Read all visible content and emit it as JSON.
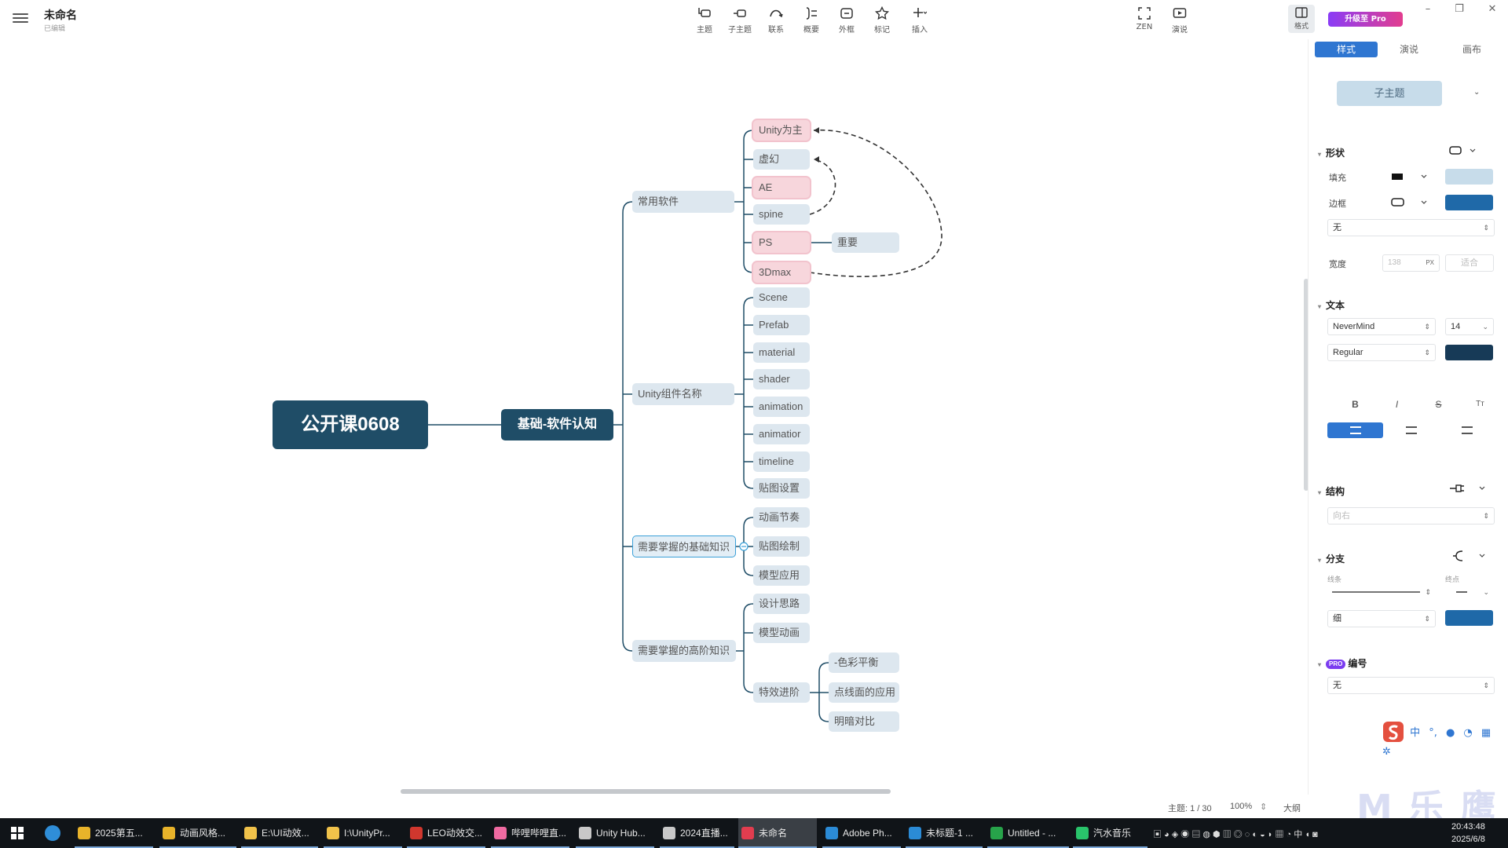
{
  "app": {
    "doc_title": "未命名",
    "doc_status": "已编辑",
    "toolbar": [
      {
        "label": "主题",
        "icon": "topic-icon"
      },
      {
        "label": "子主题",
        "icon": "subtopic-icon"
      },
      {
        "label": "联系",
        "icon": "relationship-icon"
      },
      {
        "label": "概要",
        "icon": "summary-icon"
      },
      {
        "label": "外框",
        "icon": "boundary-icon"
      },
      {
        "label": "标记",
        "icon": "marker-star-icon"
      },
      {
        "label": "插入",
        "icon": "insert-plus-icon"
      }
    ],
    "zen_label": "ZEN",
    "present_label": "演说",
    "layout_label": "格式",
    "pro_label": "升级至 Pro"
  },
  "mindmap": {
    "root": "公开课0608",
    "main_topic": "基础-软件认知",
    "branches": [
      {
        "label": "常用软件",
        "children": [
          "Unity为主",
          "虚幻",
          "AE",
          "spine",
          "PS",
          "3Dmax"
        ],
        "ps_child": "重要"
      },
      {
        "label": "Unity组件名称",
        "children": [
          "Scene",
          "Prefab",
          "material",
          "shader",
          "animation",
          "animatior",
          "timeline",
          "贴图设置"
        ]
      },
      {
        "label": "需要掌握的基础知识",
        "children": [
          "动画节奏",
          "贴图绘制",
          "模型应用"
        ]
      },
      {
        "label": "需要掌握的高阶知识",
        "children": [
          "设计思路",
          "模型动画",
          "特效进阶"
        ],
        "fx_children": [
          "-色彩平衡",
          "点线面的应用",
          "明暗对比"
        ]
      }
    ],
    "marked_nodes": [
      "Unity为主",
      "AE",
      "PS",
      "3Dmax"
    ],
    "selected_node": "需要掌握的基础知识"
  },
  "panel": {
    "tabs": [
      "样式",
      "演说",
      "画布"
    ],
    "active_tab": "样式",
    "style_select": "子主题",
    "shape": {
      "title": "形状",
      "fill_label": "填充",
      "fill_color": "#c7dcea",
      "border_label": "边框",
      "border_color": "#1f69a8",
      "border_style": "无",
      "width_label": "宽度",
      "width_value": "138",
      "width_unit": "PX",
      "fit_label": "适合"
    },
    "text": {
      "title": "文本",
      "font": "NeverMind",
      "size": "14",
      "weight": "Regular",
      "color": "#173a57",
      "bold": "B",
      "italic": "I",
      "strike": "S",
      "case": "Tт"
    },
    "structure": {
      "title": "结构",
      "value": "向右"
    },
    "branch": {
      "title": "分支",
      "line_label": "线条",
      "end_label": "终点",
      "thickness": "细",
      "color": "#1f69a8"
    },
    "numbering": {
      "title": "编号",
      "pro": "PRO",
      "value": "无"
    }
  },
  "ime": {
    "lang": "中"
  },
  "statusbar": {
    "topic_count": "主题: 1 / 30",
    "zoom": "100%",
    "outline": "大纲"
  },
  "watermark": "M 乐 鹰",
  "taskbar": {
    "tasks": [
      {
        "label": "2025第五...",
        "color": "#e8b32a"
      },
      {
        "label": "动画风格...",
        "color": "#e8b32a"
      },
      {
        "label": "E:\\UI动效...",
        "color": "#f0c24a"
      },
      {
        "label": "I:\\UnityPr...",
        "color": "#f0c24a"
      },
      {
        "label": "LEO动效交...",
        "color": "#d0372e"
      },
      {
        "label": "哔哩哔哩直...",
        "color": "#ef6aa1"
      },
      {
        "label": "Unity Hub...",
        "color": "#c8c8c8"
      },
      {
        "label": "2024直播...",
        "color": "#c8c8c8"
      },
      {
        "label": "未命名",
        "color": "#e23d4f"
      },
      {
        "label": "Adobe Ph...",
        "color": "#2b8bd6"
      },
      {
        "label": "未标题-1 ...",
        "color": "#2b8bd6"
      },
      {
        "label": "Untitled - ...",
        "color": "#27a34a"
      },
      {
        "label": "汽水音乐",
        "color": "#29c46b"
      }
    ],
    "tray_lang": "中",
    "time": "20:43:48",
    "date": "2025/6/8"
  }
}
